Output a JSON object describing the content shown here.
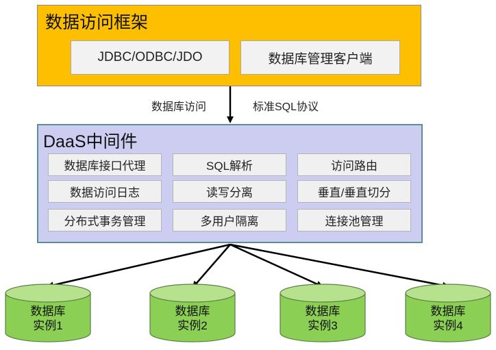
{
  "framework": {
    "title": "数据访问框架",
    "items": [
      "JDBC/ODBC/JDO",
      "数据库管理客户端"
    ]
  },
  "connection": {
    "left_label": "数据库访问",
    "right_label": "标准SQL协议"
  },
  "daas": {
    "title": "DaaS中间件",
    "cells": [
      "数据库接口代理",
      "SQL解析",
      "访问路由",
      "数据访问日志",
      "读写分离",
      "垂直/垂直切分",
      "分布式事务管理",
      "多用户隔离",
      "连接池管理"
    ]
  },
  "databases": [
    {
      "line1": "数据库",
      "line2": "实例1"
    },
    {
      "line1": "数据库",
      "line2": "实例2"
    },
    {
      "line1": "数据库",
      "line2": "实例3"
    },
    {
      "line1": "数据库",
      "line2": "实例4"
    }
  ],
  "colors": {
    "framework_fill": "#fdbf00",
    "daas_fill": "#cccdf1",
    "daas_border": "#5a8f97",
    "db_fill": "#8ccf55",
    "db_top": "#b7e28d"
  }
}
